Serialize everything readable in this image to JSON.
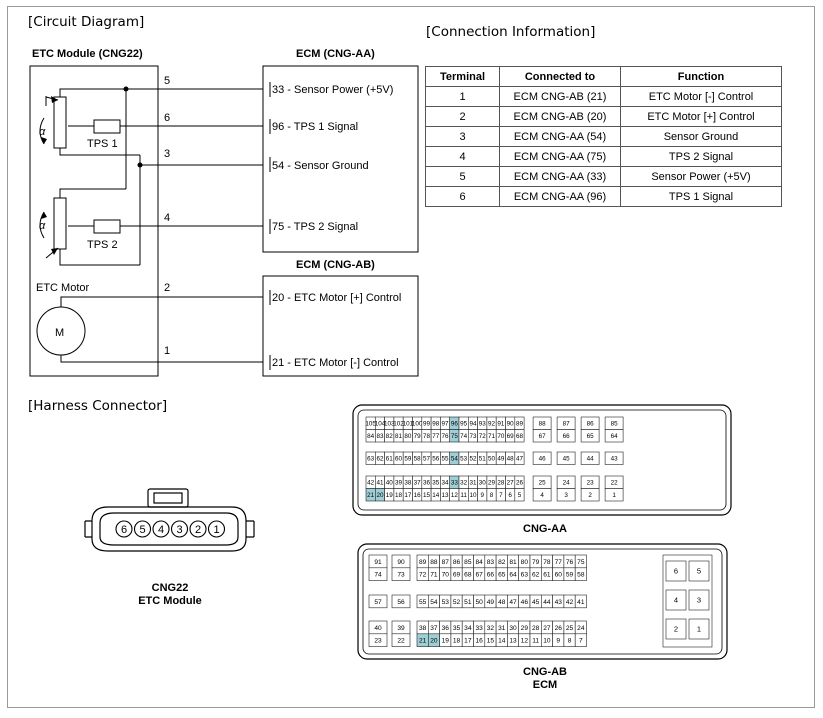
{
  "sections": {
    "circuit": "[Circuit Diagram]",
    "connection": "[Connection Information]",
    "harness": "[Harness Connector]"
  },
  "circuit": {
    "etc_module_title": "ETC Module (CNG22)",
    "ecm_aa_title": "ECM (CNG-AA)",
    "ecm_ab_title": "ECM (CNG-AB)",
    "tps1": "TPS 1",
    "tps2": "TPS 2",
    "alpha": "α",
    "etc_motor": "ETC Motor",
    "motor_symbol": "M",
    "wires": [
      {
        "pin": "5",
        "ecm_label": "33 - Sensor Power (+5V)"
      },
      {
        "pin": "6",
        "ecm_label": "96 - TPS 1 Signal"
      },
      {
        "pin": "3",
        "ecm_label": "54 - Sensor Ground"
      },
      {
        "pin": "4",
        "ecm_label": "75 - TPS 2 Signal"
      },
      {
        "pin": "2",
        "ecm_label": "20 - ETC Motor [+] Control"
      },
      {
        "pin": "1",
        "ecm_label": "21 - ETC Motor [-] Control"
      }
    ]
  },
  "connection_table": {
    "headers": [
      "Terminal",
      "Connected to",
      "Function"
    ],
    "rows": [
      [
        "1",
        "ECM CNG-AB (21)",
        "ETC Motor [-] Control"
      ],
      [
        "2",
        "ECM CNG-AB (20)",
        "ETC Motor [+] Control"
      ],
      [
        "3",
        "ECM CNG-AA (54)",
        "Sensor Ground"
      ],
      [
        "4",
        "ECM CNG-AA (75)",
        "TPS 2 Signal"
      ],
      [
        "5",
        "ECM CNG-AA (33)",
        "Sensor Power (+5V)"
      ],
      [
        "6",
        "ECM CNG-AA (96)",
        "TPS 1 Signal"
      ]
    ]
  },
  "harness": {
    "cng22_pins": [
      "6",
      "5",
      "4",
      "3",
      "2",
      "1"
    ],
    "cng22_caption": "CNG22",
    "cng22_sub": "ETC Module",
    "aa_caption": "CNG-AA",
    "ab_caption": "CNG-AB",
    "ab_sub": "ECM",
    "highlight_color": "#9fcfd6",
    "aa_pins": {
      "row1": [
        "105",
        "104",
        "103",
        "102",
        "101",
        "100",
        "99",
        "98",
        "97",
        "96",
        "95",
        "94",
        "93",
        "92",
        "91",
        "90",
        "89",
        "88",
        "87",
        "86",
        "85"
      ],
      "row2": [
        "84",
        "83",
        "82",
        "81",
        "80",
        "79",
        "78",
        "77",
        "76",
        "75",
        "74",
        "73",
        "72",
        "71",
        "70",
        "69",
        "68",
        "67",
        "66",
        "65",
        "64"
      ],
      "row3": [
        "63",
        "62",
        "61",
        "60",
        "59",
        "58",
        "57",
        "56",
        "55",
        "54",
        "53",
        "52",
        "51",
        "50",
        "49",
        "48",
        "47",
        "46",
        "45",
        "44",
        "43"
      ],
      "row4": [
        "42",
        "41",
        "40",
        "39",
        "38",
        "37",
        "36",
        "35",
        "34",
        "33",
        "32",
        "31",
        "30",
        "29",
        "28",
        "27",
        "26",
        "25",
        "24",
        "23",
        "22"
      ],
      "row5": [
        "21",
        "20",
        "19",
        "18",
        "17",
        "16",
        "15",
        "14",
        "13",
        "12",
        "11",
        "10",
        "9",
        "8",
        "7",
        "6",
        "5",
        "4",
        "3",
        "2",
        "1"
      ],
      "highlighted": [
        "96",
        "75",
        "54",
        "33",
        "21",
        "20"
      ]
    },
    "ab_pins": {
      "row1": [
        "91",
        "90",
        "89",
        "88",
        "87",
        "86",
        "85",
        "84",
        "83",
        "82",
        "81",
        "80",
        "79",
        "78",
        "77",
        "76",
        "75"
      ],
      "row2": [
        "74",
        "73",
        "72",
        "71",
        "70",
        "69",
        "68",
        "67",
        "66",
        "65",
        "64",
        "63",
        "62",
        "61",
        "60",
        "59",
        "58"
      ],
      "row3": [
        "57",
        "56",
        "55",
        "54",
        "53",
        "52",
        "51",
        "50",
        "49",
        "48",
        "47",
        "46",
        "45",
        "44",
        "43",
        "42",
        "41"
      ],
      "row4": [
        "40",
        "39",
        "38",
        "37",
        "36",
        "35",
        "34",
        "33",
        "32",
        "31",
        "30",
        "29",
        "28",
        "27",
        "26",
        "25",
        "24"
      ],
      "row5": [
        "23",
        "22",
        "21",
        "20",
        "19",
        "18",
        "17",
        "16",
        "15",
        "14",
        "13",
        "12",
        "11",
        "10",
        "9",
        "8",
        "7"
      ],
      "right": [
        [
          "6",
          "5"
        ],
        [
          "4",
          "3"
        ],
        [
          "2",
          "1"
        ]
      ],
      "highlighted": [
        "21",
        "20"
      ]
    }
  }
}
